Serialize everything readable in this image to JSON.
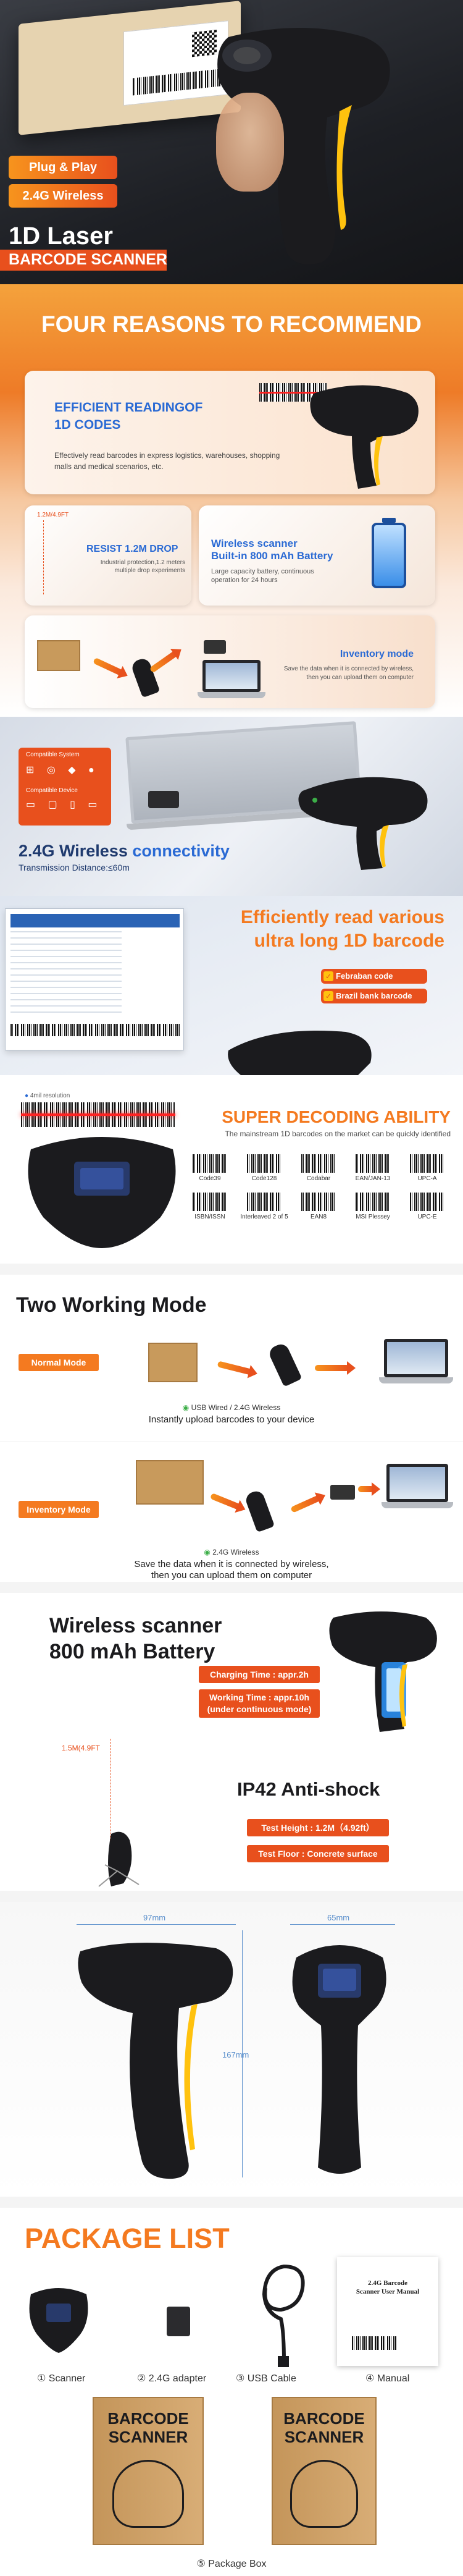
{
  "colors": {
    "orange": "#f47a20",
    "deep_orange": "#e8501d",
    "navy": "#1f3a6e",
    "blue": "#2a6ad4",
    "gold": "#ffc20e",
    "green": "#3cae48"
  },
  "hero": {
    "badges": [
      "Plug & Play",
      "2.4G Wireless"
    ],
    "title": "1D Laser",
    "subtitle": "BARCODE SCANNER"
  },
  "reasons": {
    "heading": "FOUR REASONS TO RECOMMEND",
    "efficient": {
      "title_line1": "EFFICIENT READINGOF",
      "title_line2": "1D CODES",
      "desc": "Effectively read barcodes in express logistics, warehouses, shopping malls and medical scenarios, etc."
    },
    "drop": {
      "height_label": "1.2M/4.9FT",
      "title": "RESIST 1.2M DROP",
      "desc": "Industrial protection,1.2 meters multiple drop experiments"
    },
    "battery": {
      "title_line1": "Wireless scanner",
      "title_line2": "Built-in  800 mAh Battery",
      "desc": "Large capacity battery, continuous operation for 24 hours"
    },
    "inventory": {
      "title": "Inventory mode",
      "desc": "Save the data when it is connected by wireless, then you can upload them on computer"
    }
  },
  "connectivity": {
    "compatible_system": "Compatible System",
    "compatible_device": "Compatible Device",
    "title_prefix": "2.4G Wireless ",
    "title_accent": "connectivity",
    "distance": "Transmission Distance:≤60m"
  },
  "long_barcode": {
    "line1": "Efficiently read various",
    "line2": "ultra long 1D barcode",
    "tags": [
      "Febraban code",
      "Brazil bank barcode"
    ]
  },
  "decoding": {
    "resolution": "4mil resolution",
    "title": "SUPER DECODING ABILITY",
    "desc": "The mainstream 1D barcodes on the market can be quickly identified",
    "codes": [
      "Code39",
      "Code128",
      "Codabar",
      "EAN/JAN-13",
      "UPC-A",
      "ISBN/ISSN",
      "Interleaved 2 of 5",
      "EAN8",
      "MSI Plessey",
      "UPC-E"
    ]
  },
  "working": {
    "title": "Two Working Mode",
    "normal_label": "Normal Mode",
    "normal_conn": "USB Wired / 2.4G Wireless",
    "normal_desc": "Instantly upload barcodes to your device",
    "inventory_label": "Inventory Mode",
    "inventory_conn": "2.4G Wireless",
    "inventory_desc_line1": "Save the data when it is connected by wireless,",
    "inventory_desc_line2": "then you can upload them on computer"
  },
  "battery_sec": {
    "title_line1": "Wireless scanner",
    "title_line2": "800 mAh Battery",
    "charging": "Charging Time : appr.2h",
    "working_line1": "Working Time : appr.10h",
    "working_line2": "(under continuous mode)",
    "drop_label": "1.5M(4.9FT",
    "ip_title": "IP42  Anti-shock",
    "test_height": "Test Height : 1.2M（4.92ft）",
    "test_floor": "Test Floor : Concrete surface"
  },
  "dimensions": {
    "width_left": "97mm",
    "width_right": "65mm",
    "height": "167mm"
  },
  "package": {
    "title": "PACKAGE  LIST",
    "items": [
      "① Scanner",
      "② 2.4G adapter",
      "③ USB Cable",
      "④ Manual"
    ],
    "manual_title_line1": "2.4G Barcode",
    "manual_title_line2": "Scanner User Manual",
    "box_text_line1": "BARCODE",
    "box_text_line2": "SCANNER",
    "box_label": "⑤ Package Box"
  }
}
